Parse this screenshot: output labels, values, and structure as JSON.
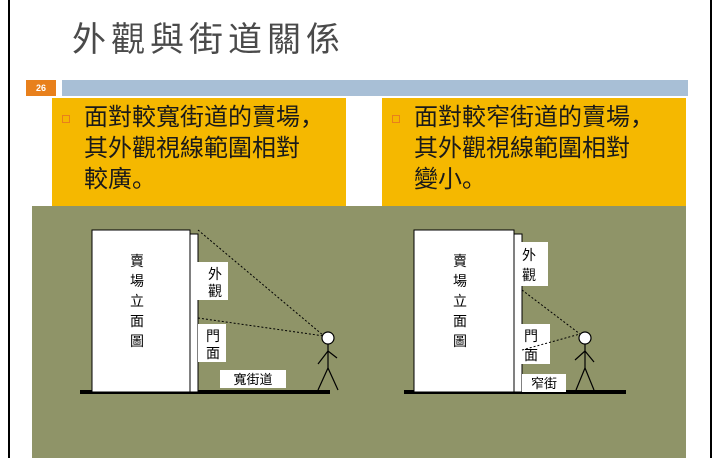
{
  "slide": {
    "title": "外觀與街道關係",
    "page_number": "26"
  },
  "bullets": {
    "left": "面對較寬街道的賣場，\n其外觀視線範圍相對\n較廣。",
    "right": "面對較窄街道的賣場，\n其外觀視線範圍相對\n變小。"
  },
  "diagrams": {
    "left": {
      "building_label": [
        "賣",
        "場",
        "立",
        "面",
        "圖"
      ],
      "facade_label": [
        "外",
        "觀"
      ],
      "storefront_label": [
        "門",
        "面"
      ],
      "street_label": "寬街道"
    },
    "right": {
      "building_label": [
        "賣",
        "場",
        "立",
        "面",
        "圖"
      ],
      "facade_label": [
        "外",
        "觀"
      ],
      "storefront_label": [
        "門",
        "面"
      ],
      "street_label": "窄街"
    }
  },
  "colors": {
    "title": "#4a4a4a",
    "accent_orange": "#e8801c",
    "bullet_fill": "#f5b800",
    "header_bar": "#a8bfd6",
    "diagram_bg": "#8f9468"
  }
}
